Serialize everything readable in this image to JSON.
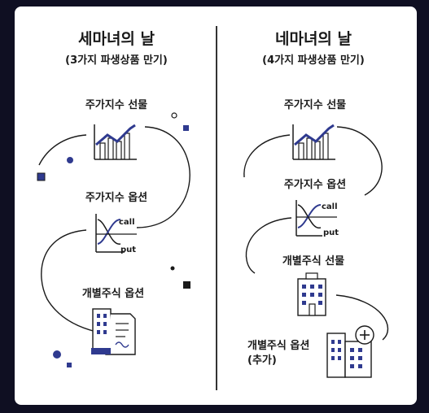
{
  "left": {
    "title": "세마녀의 날",
    "subtitle": "(3가지 파생상품 만기)",
    "items": [
      {
        "label": "주가지수 선물",
        "icon": "chart-icon"
      },
      {
        "label": "주가지수 옵션",
        "icon": "option-curve-icon",
        "call": "call",
        "put": "put"
      },
      {
        "label": "개별주식 옵션",
        "icon": "building-document-icon"
      }
    ]
  },
  "right": {
    "title": "네마녀의 날",
    "subtitle": "(4가지 파생상품 만기)",
    "items": [
      {
        "label": "주가지수 선물",
        "icon": "chart-icon"
      },
      {
        "label": "주가지수 옵션",
        "icon": "option-curve-icon",
        "call": "call",
        "put": "put"
      },
      {
        "label": "개별주식 선물",
        "icon": "building-icon"
      },
      {
        "label": "개별주식 옵션",
        "label2": "(추가)",
        "icon": "building-plus-icon"
      }
    ]
  },
  "colors": {
    "accent": "#2f3a8f",
    "line": "#1a1a1a",
    "card": "#ffffff",
    "background": "#0f0f22"
  }
}
